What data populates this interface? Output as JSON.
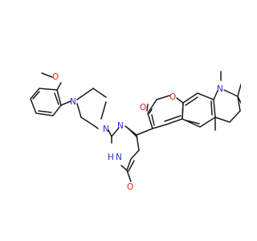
{
  "structure": {
    "atom_labels": {
      "methoxy_o": "O",
      "pip_n_aryl": "N",
      "pip_n_pyr": "N",
      "pyr_n_top": "N",
      "pyr_n_h": "N",
      "pyr_h": "H",
      "pyr_oxo": "O",
      "pyranone_oxo": "O",
      "pyran_o": "O",
      "quin_n": "N"
    },
    "colors": {
      "bond": "#1a1a1a",
      "oxygen": "#e0251b",
      "nitrogen": "#2b2bd6",
      "background": "#ffffff"
    }
  }
}
